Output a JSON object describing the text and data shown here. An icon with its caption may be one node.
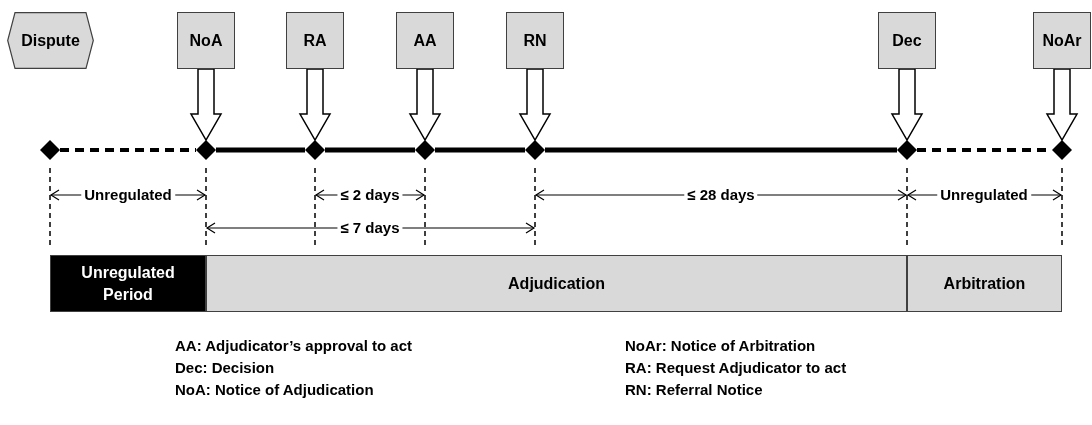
{
  "diagram": {
    "nodes": [
      {
        "text": [
          "Dispute"
        ]
      },
      {
        "text": [
          "NoA"
        ]
      },
      {
        "text": [
          "RA"
        ]
      },
      {
        "text": [
          "AA"
        ]
      },
      {
        "text": [
          "RN"
        ]
      },
      {
        "text": [
          "Dec"
        ]
      },
      {
        "text": [
          "NoAr"
        ]
      },
      {
        "text": [],
        "shape": "diamond"
      },
      {
        "text": [],
        "shape": "diamond"
      },
      {
        "text": [],
        "shape": "diamond"
      },
      {
        "text": [],
        "shape": "diamond"
      },
      {
        "text": [],
        "shape": "diamond"
      },
      {
        "text": [],
        "shape": "diamond"
      },
      {
        "text": [],
        "shape": "diamond"
      },
      {
        "text": [
          "Unregulated Period"
        ]
      },
      {
        "text": [
          "Adjudication"
        ]
      },
      {
        "text": [
          "Arbitration"
        ]
      }
    ],
    "edges": [
      {
        "from": 1,
        "to": 8,
        "arrow": "to"
      },
      {
        "from": 2,
        "to": 9,
        "arrow": "to"
      },
      {
        "from": 3,
        "to": 10,
        "arrow": "to"
      },
      {
        "from": 4,
        "to": 11,
        "arrow": "to"
      },
      {
        "from": 5,
        "to": 12,
        "arrow": "to"
      },
      {
        "from": 6,
        "to": 13,
        "arrow": "to"
      },
      {
        "from": 7,
        "to": 8,
        "arrow": "none",
        "style": "dashed"
      },
      {
        "from": 8,
        "to": 9,
        "arrow": "none"
      },
      {
        "from": 9,
        "to": 10,
        "arrow": "none"
      },
      {
        "from": 10,
        "to": 11,
        "arrow": "none"
      },
      {
        "from": 11,
        "to": 12,
        "arrow": "none"
      },
      {
        "from": 12,
        "to": 13,
        "arrow": "none",
        "style": "dashed"
      }
    ],
    "labels": [
      "Unregulated",
      "≤ 2 days",
      "≤ 28 days",
      "Unregulated",
      "≤ 7 days",
      "AA: Adjudicator’s approval to act",
      "NoAr: Notice of Arbitration",
      "Dec: Decision",
      "RA: Request Adjudicator to act",
      "NoA: Notice of Adjudication",
      "RN: Referral Notice"
    ]
  }
}
